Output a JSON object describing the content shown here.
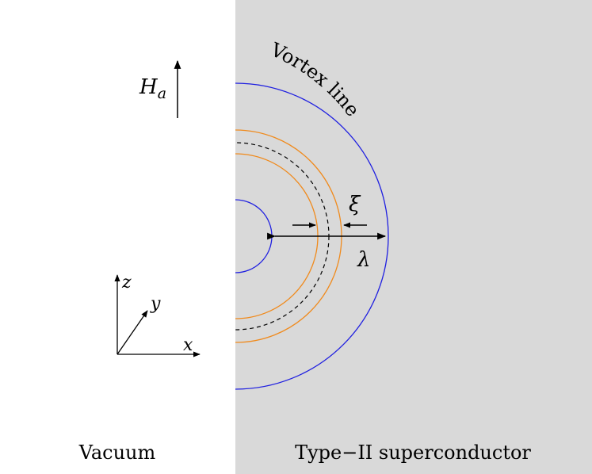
{
  "regions": {
    "left_label": "Vacuum",
    "right_label": "Type−II superconductor"
  },
  "field": {
    "symbol": "H",
    "subscript": "a"
  },
  "vortex": {
    "label": "Vortex line"
  },
  "lengths": {
    "coherence_symbol": "ξ",
    "penetration_symbol": "λ"
  },
  "axes": {
    "x": "x",
    "y": "y",
    "z": "z"
  },
  "colors": {
    "superconductor_fill": "#d9d9d9",
    "penetration_circle": "#1f1fe0",
    "core_circle": "#f08a1c",
    "vortex_line": "#000000"
  }
}
